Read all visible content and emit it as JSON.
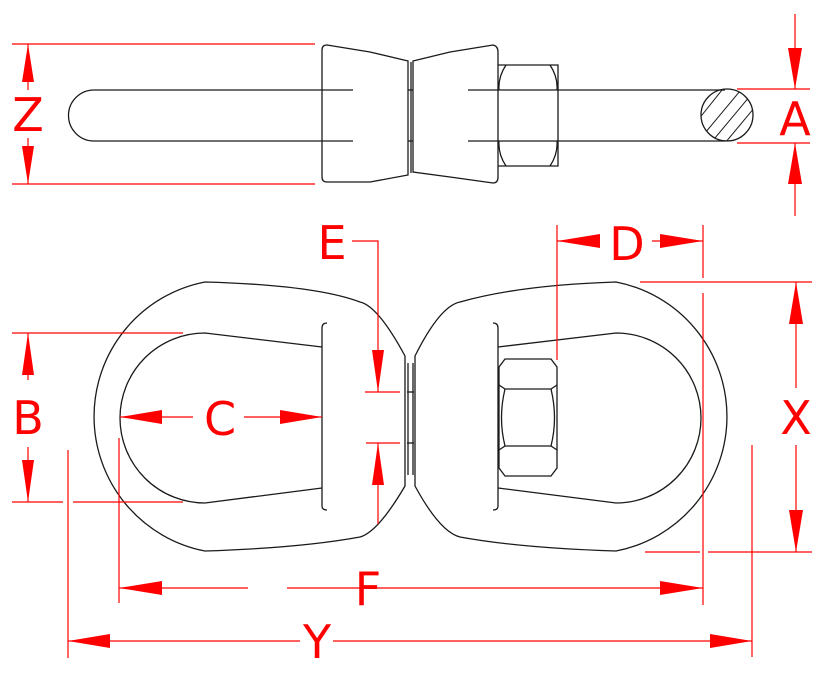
{
  "diagram": {
    "subject": "Swivel (eye and eye) technical drawing",
    "line_color": "#1a1a1a",
    "dimension_color": "#ff0000",
    "views": [
      "side-view",
      "top-view"
    ],
    "dimensions": {
      "Z": {
        "label": "Z",
        "meaning": "overall thickness of side view"
      },
      "A": {
        "label": "A",
        "meaning": "stock/rod diameter"
      },
      "E": {
        "label": "E",
        "meaning": "gap at swivel neck"
      },
      "D": {
        "label": "D",
        "meaning": "nut to inner eye end"
      },
      "B": {
        "label": "B",
        "meaning": "inner eye width"
      },
      "C": {
        "label": "C",
        "meaning": "inner eye length"
      },
      "X": {
        "label": "X",
        "meaning": "outer eye width"
      },
      "F": {
        "label": "F",
        "meaning": "inside length end to end"
      },
      "Y": {
        "label": "Y",
        "meaning": "overall length"
      }
    }
  }
}
